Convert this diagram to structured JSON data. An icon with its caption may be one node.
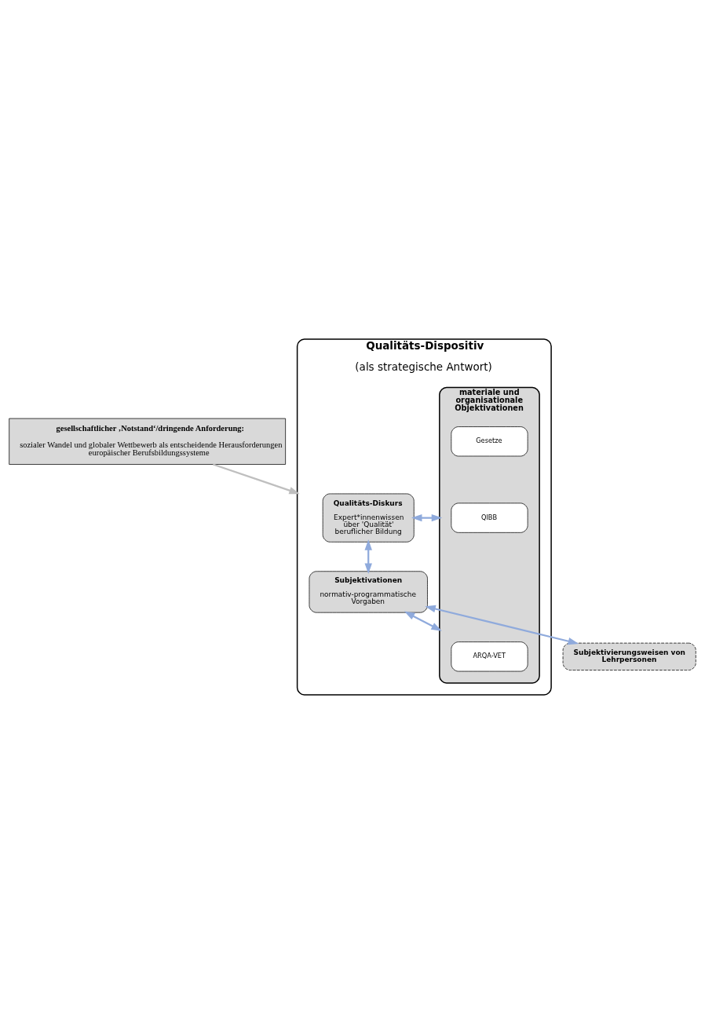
{
  "diagram": {
    "nodes": [
      {
        "text": [
          "gesellschaftlicher ‚Notstand‘/dringende Anforderung:",
          "sozialer Wandel und globaler Wettbewerb als entscheidende Herausforderungen europäischer Berufsbildungssysteme"
        ]
      },
      {
        "text": [
          "Qualitäts-Dispositiv",
          "(als strategische Antwort)"
        ]
      },
      {
        "text": [
          "Qualitäts-Diskurs",
          "Expert*innenwissen über 'Qualität' beruflicher Bildung"
        ],
        "in": 1
      },
      {
        "text": [
          "materiale und organisationale Objektivationen"
        ],
        "in": 1
      },
      {
        "text": [
          "Gesetze"
        ],
        "in": 3
      },
      {
        "text": [
          "QIBB"
        ],
        "in": 3
      },
      {
        "text": [
          "ARQA-VET"
        ],
        "in": 3
      },
      {
        "text": [
          "Subjektivationen",
          "normativ-programmatische Vorgaben"
        ],
        "in": 1
      },
      {
        "text": [
          "Subjektivierungsweisen von Lehrpersonen"
        ]
      }
    ],
    "edges": [
      {
        "from": 0,
        "to": 1,
        "arrow": "to",
        "color": "#bfbfbf"
      },
      {
        "from": 2,
        "to": 3,
        "arrow": "both"
      },
      {
        "from": 2,
        "to": 7,
        "arrow": "both"
      },
      {
        "from": 7,
        "to": 3,
        "arrow": "both"
      },
      {
        "from": 7,
        "to": 8,
        "arrow": "both"
      }
    ]
  }
}
